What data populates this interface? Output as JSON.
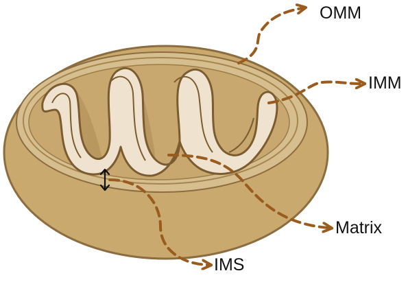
{
  "diagram": {
    "labels": {
      "omm": "OMM",
      "imm": "IMM",
      "matrix": "Matrix",
      "ims": "IMS"
    },
    "colors": {
      "outer_membrane": "#C9A96E",
      "outer_rim": "#8C6D3F",
      "inner_space": "#D7BE8E",
      "cristae_fill": "#EFE3CF",
      "crista_shadow": "#B8975E",
      "pointer_arrow": "#9A5C1E",
      "double_arrow": "#111111"
    }
  }
}
